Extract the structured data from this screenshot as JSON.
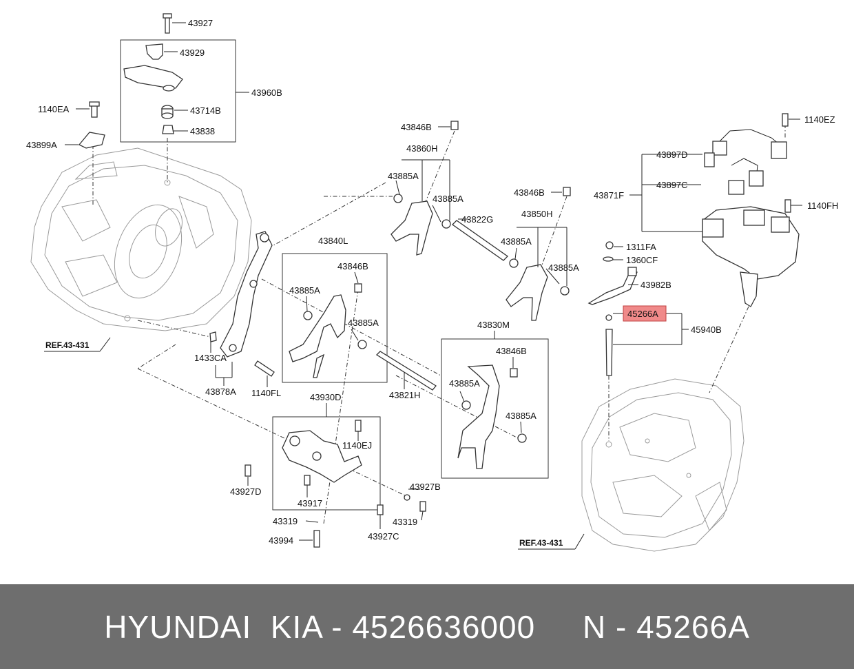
{
  "labels": {
    "p43927": "43927",
    "p43929": "43929",
    "p43960B": "43960B",
    "p43714B": "43714B",
    "p43838": "43838",
    "p1140EA": "1140EA",
    "p43899A": "43899A",
    "p43846B_a": "43846B",
    "p43860H": "43860H",
    "p43885A_a": "43885A",
    "p43885A_b": "43885A",
    "p43822G": "43822G",
    "p43846B_b": "43846B",
    "p43850H": "43850H",
    "p43885A_c": "43885A",
    "p43885A_d": "43885A",
    "p43840L": "43840L",
    "p43846B_c": "43846B",
    "p43885A_e": "43885A",
    "p43885A_f": "43885A",
    "p1433CA": "1433CA",
    "p43878A": "43878A",
    "p1140FL": "1140FL",
    "p43821H": "43821H",
    "p43830M": "43830M",
    "p43846B_d": "43846B",
    "p43885A_g": "43885A",
    "p43885A_h": "43885A",
    "p43930D": "43930D",
    "p1140EJ": "1140EJ",
    "p43927D": "43927D",
    "p43917": "43917",
    "p43927B": "43927B",
    "p43319_a": "43319",
    "p43319_b": "43319",
    "p43927C": "43927C",
    "p43994": "43994",
    "p1140EZ": "1140EZ",
    "p43897D": "43897D",
    "p43897C": "43897C",
    "p43871F": "43871F",
    "p1140FH": "1140FH",
    "p1311FA": "1311FA",
    "p1360CF": "1360CF",
    "p43982B": "43982B",
    "p45266A": "45266A",
    "p45940B": "45940B",
    "ref_left": "REF.43-431",
    "ref_right": "REF.43-431"
  },
  "highlight_color": "#f08a8a",
  "footer": {
    "text": "HYUNDAI  KIA - 4526636000     N - 45266A"
  }
}
